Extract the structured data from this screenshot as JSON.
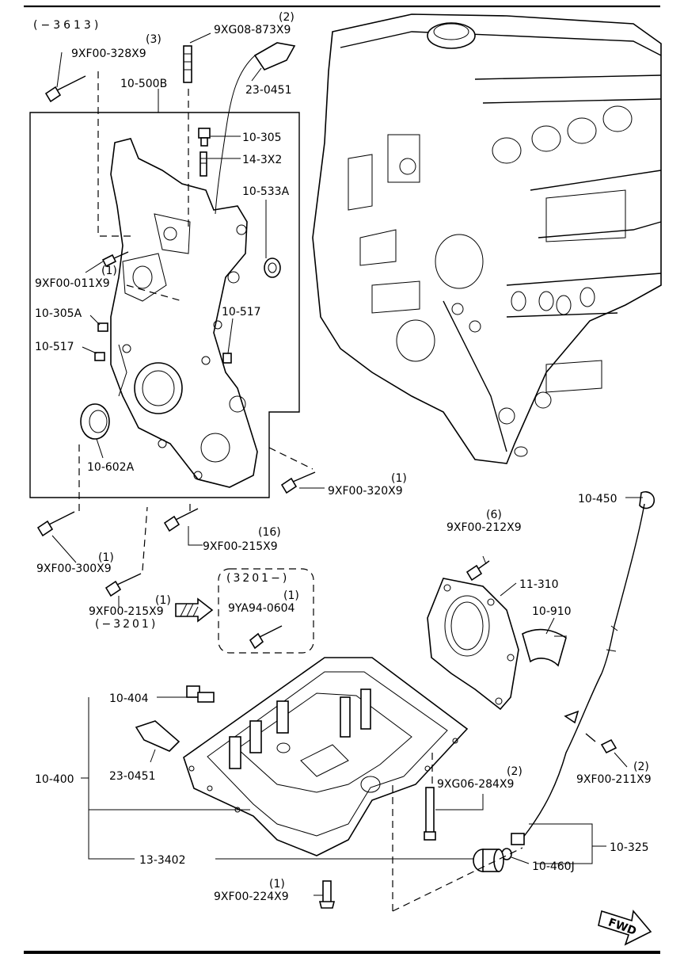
{
  "header_range": "(−3613)",
  "rule_color": "#000000",
  "callouts": {
    "bolt_top_left": {
      "code": "9XF00-328X9",
      "qty": "(3)"
    },
    "dowel_top": {
      "code": "9XG08-873X9",
      "qty": "(2)"
    },
    "sealant_top": {
      "code": "23-0451"
    },
    "cover_assy": {
      "code": "10-500B"
    },
    "plug_a": {
      "code": "10-305"
    },
    "stud": {
      "code": "14-3X2"
    },
    "seal_small": {
      "code": "10-533A"
    },
    "bolt_cover": {
      "code": "9XF00-011X9",
      "qty": "(1)"
    },
    "plug_b": {
      "code": "10-305A"
    },
    "pin_right": {
      "code": "10-517"
    },
    "pin_left": {
      "code": "10-517"
    },
    "front_seal": {
      "code": "10-602A"
    },
    "bolt_320": {
      "code": "9XF00-320X9",
      "qty": "(1)"
    },
    "bolt_215_16": {
      "code": "9XF00-215X9",
      "qty": "(16)"
    },
    "bolt_300": {
      "code": "9XF00-300X9",
      "qty": "(1)"
    },
    "bolt_215_1": {
      "code": "9XF00-215X9",
      "qty": "(1)",
      "range": "(−3201)"
    },
    "bolt_ya94": {
      "code": "9YA94-0604",
      "qty": "(1)",
      "range": "(3201−)"
    },
    "bolt_212": {
      "code": "9XF00-212X9",
      "qty": "(6)"
    },
    "rear_cover": {
      "code": "11-310"
    },
    "half_ring": {
      "code": "10-910"
    },
    "dipstick": {
      "code": "10-450"
    },
    "drain_plug": {
      "code": "10-404"
    },
    "sealant_pan": {
      "code": "23-0451"
    },
    "oil_pan": {
      "code": "10-400"
    },
    "stud_pan": {
      "code": "9XG06-284X9",
      "qty": "(2)"
    },
    "bolt_211": {
      "code": "9XF00-211X9",
      "qty": "(2)"
    },
    "dip_tube": {
      "code": "10-325"
    },
    "o_ring": {
      "code": "10-460J"
    },
    "baffle_plug": {
      "code": "13-3402"
    },
    "bolt_224": {
      "code": "9XF00-224X9",
      "qty": "(1)"
    }
  },
  "fwd_label": "FWD"
}
